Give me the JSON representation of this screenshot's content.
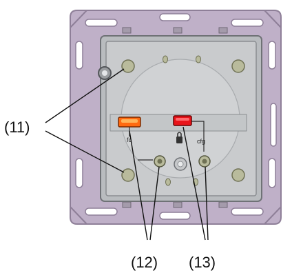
{
  "callouts": {
    "c11": "(11)",
    "c12": "(12)",
    "c13": "(13)"
  },
  "device": {
    "label_left": "fc",
    "label_right": "cfg",
    "center_icon": "padlock-icon"
  },
  "colors": {
    "frame": "#bfb0c8",
    "frame_edge": "#8e7f98",
    "panel": "#c9cbcd",
    "panel_edge": "#7d8084",
    "led_left": "#ff6a10",
    "led_right": "#e8141a"
  }
}
